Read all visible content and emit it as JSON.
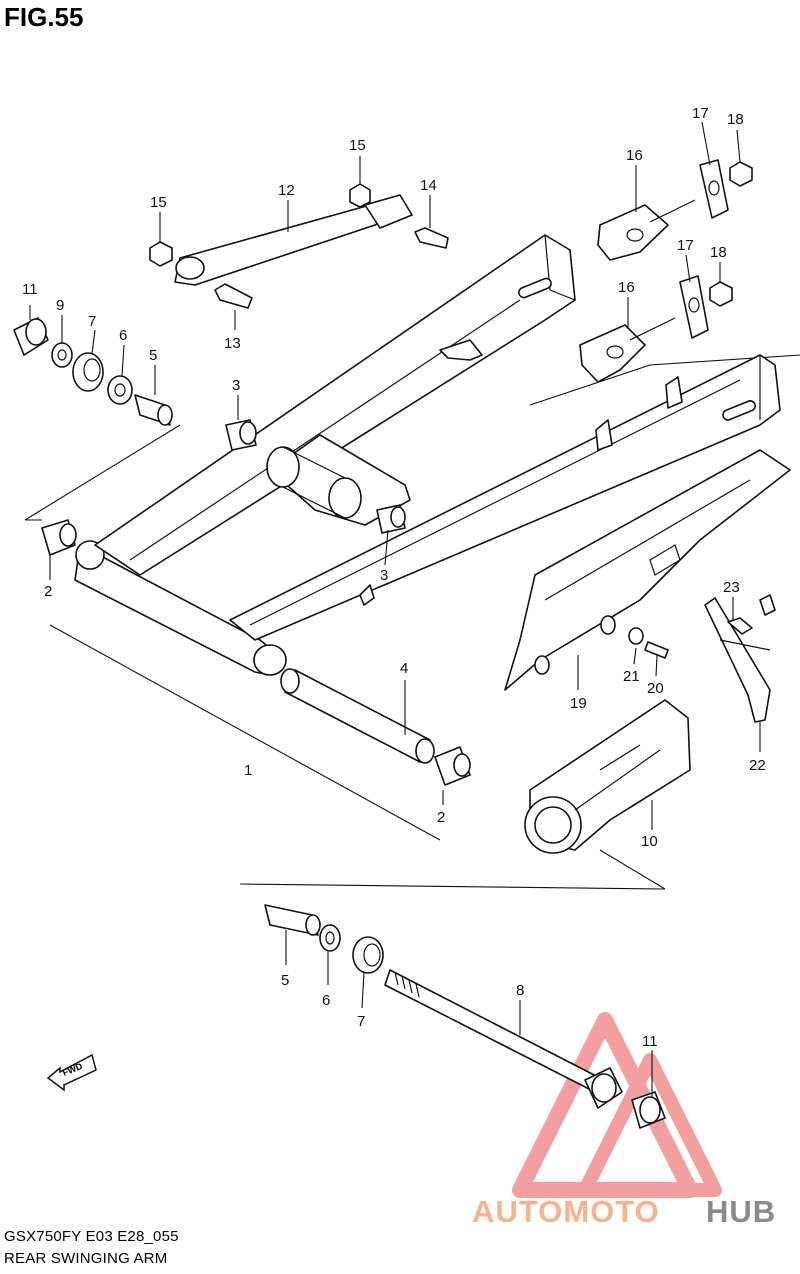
{
  "figure": {
    "title": "FIG.55",
    "model_code": "GSX750FY E03 E28_055",
    "caption": "REAR SWINGING ARM"
  },
  "callouts": [
    "1",
    "2",
    "2",
    "3",
    "3",
    "4",
    "5",
    "5",
    "6",
    "6",
    "7",
    "7",
    "8",
    "9",
    "10",
    "11",
    "11",
    "12",
    "13",
    "14",
    "15",
    "15",
    "16",
    "16",
    "17",
    "17",
    "18",
    "18",
    "19",
    "20",
    "21",
    "22",
    "23"
  ],
  "direction_marker": "FWD",
  "watermark": {
    "brand_part1": "AUTOMOTO",
    "brand_part2": "HUB",
    "color_1": "#f6b48c",
    "color_2": "#8a8a8a",
    "triangle_color": "#f08080"
  }
}
